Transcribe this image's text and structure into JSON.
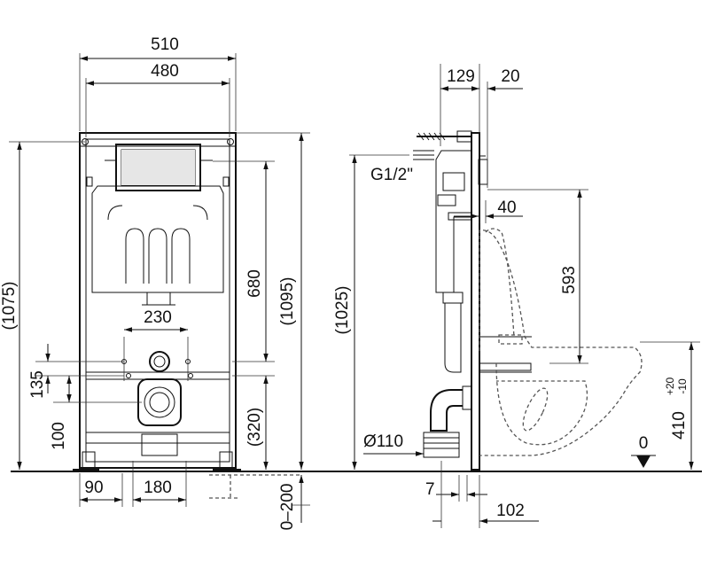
{
  "front_view": {
    "width_outer": "510",
    "width_inner": "480",
    "height_total_left": "(1075)",
    "height_total_right": "(1095)",
    "height_to_button_bottom": "680",
    "height_low": "(320)",
    "dim_135": "135",
    "dim_100": "100",
    "bolt_spacing": "230",
    "foot_offset": "90",
    "foot_spacing": "180",
    "floor_adjust": "0–200"
  },
  "side_view": {
    "depth": "129",
    "wall_gap": "20",
    "water_connection": "G1/2\"",
    "height_side": "(1025)",
    "offset_40": "40",
    "height_593": "593",
    "drain_diameter": "Ø110",
    "offset_7": "7",
    "offset_102": "102",
    "seat_height": "410",
    "seat_tol_plus": "+20",
    "seat_tol_minus": "-10",
    "floor_level": "0"
  }
}
